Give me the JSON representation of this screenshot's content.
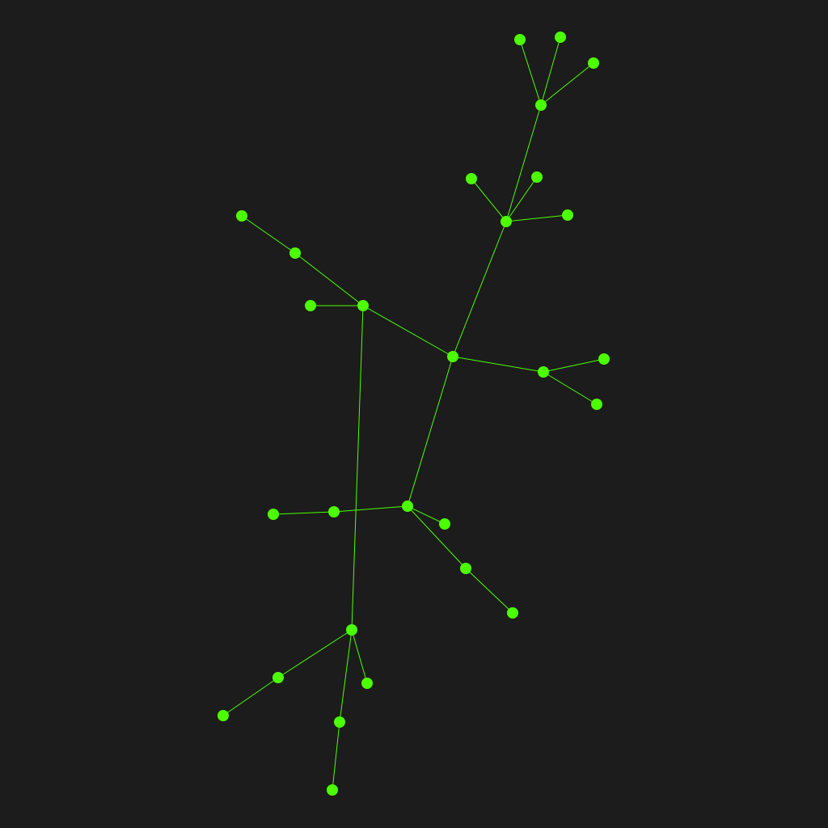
{
  "graph": {
    "type": "tree",
    "background_color": "#1c1c1c",
    "node_color": "#4cff00",
    "edge_color": "#4cff00",
    "nodes": [
      {
        "id": "n0"
      },
      {
        "id": "n1"
      },
      {
        "id": "n2"
      },
      {
        "id": "n3"
      },
      {
        "id": "n4"
      },
      {
        "id": "n5"
      },
      {
        "id": "n6"
      },
      {
        "id": "n7"
      },
      {
        "id": "n8"
      },
      {
        "id": "n9"
      },
      {
        "id": "n10"
      },
      {
        "id": "n11"
      },
      {
        "id": "n12"
      },
      {
        "id": "n13"
      },
      {
        "id": "n14"
      },
      {
        "id": "n15"
      },
      {
        "id": "n16"
      },
      {
        "id": "n17"
      },
      {
        "id": "n18"
      },
      {
        "id": "n19"
      },
      {
        "id": "n20"
      },
      {
        "id": "n21"
      },
      {
        "id": "n22"
      },
      {
        "id": "n23"
      },
      {
        "id": "n24"
      },
      {
        "id": "n25"
      },
      {
        "id": "n26"
      },
      {
        "id": "n27"
      },
      {
        "id": "n28"
      },
      {
        "id": "n29"
      },
      {
        "id": "n30"
      }
    ],
    "edges": [
      [
        "n0",
        "n1"
      ],
      [
        "n0",
        "n2"
      ],
      [
        "n0",
        "n3"
      ],
      [
        "n0",
        "n4"
      ],
      [
        "n1",
        "n5"
      ],
      [
        "n1",
        "n6"
      ],
      [
        "n1",
        "n7"
      ],
      [
        "n2",
        "n8"
      ],
      [
        "n2",
        "n9"
      ],
      [
        "n9",
        "n10"
      ],
      [
        "n3",
        "n11"
      ],
      [
        "n3",
        "n12"
      ],
      [
        "n4",
        "n13"
      ],
      [
        "n4",
        "n14"
      ],
      [
        "n4",
        "n15"
      ],
      [
        "n4",
        "n16"
      ],
      [
        "n14",
        "n17"
      ],
      [
        "n15",
        "n18"
      ],
      [
        "n13",
        "n19"
      ],
      [
        "n13",
        "n20"
      ],
      [
        "n13",
        "n21"
      ],
      [
        "n19",
        "n22"
      ],
      [
        "n20",
        "n23"
      ],
      [
        "n5",
        "n24"
      ],
      [
        "n5",
        "n25"
      ],
      [
        "n5",
        "n26"
      ],
      [
        "n26",
        "n27"
      ],
      [
        "n26",
        "n28"
      ],
      [
        "n26",
        "n29"
      ],
      [
        "n2",
        "n30"
      ]
    ]
  }
}
